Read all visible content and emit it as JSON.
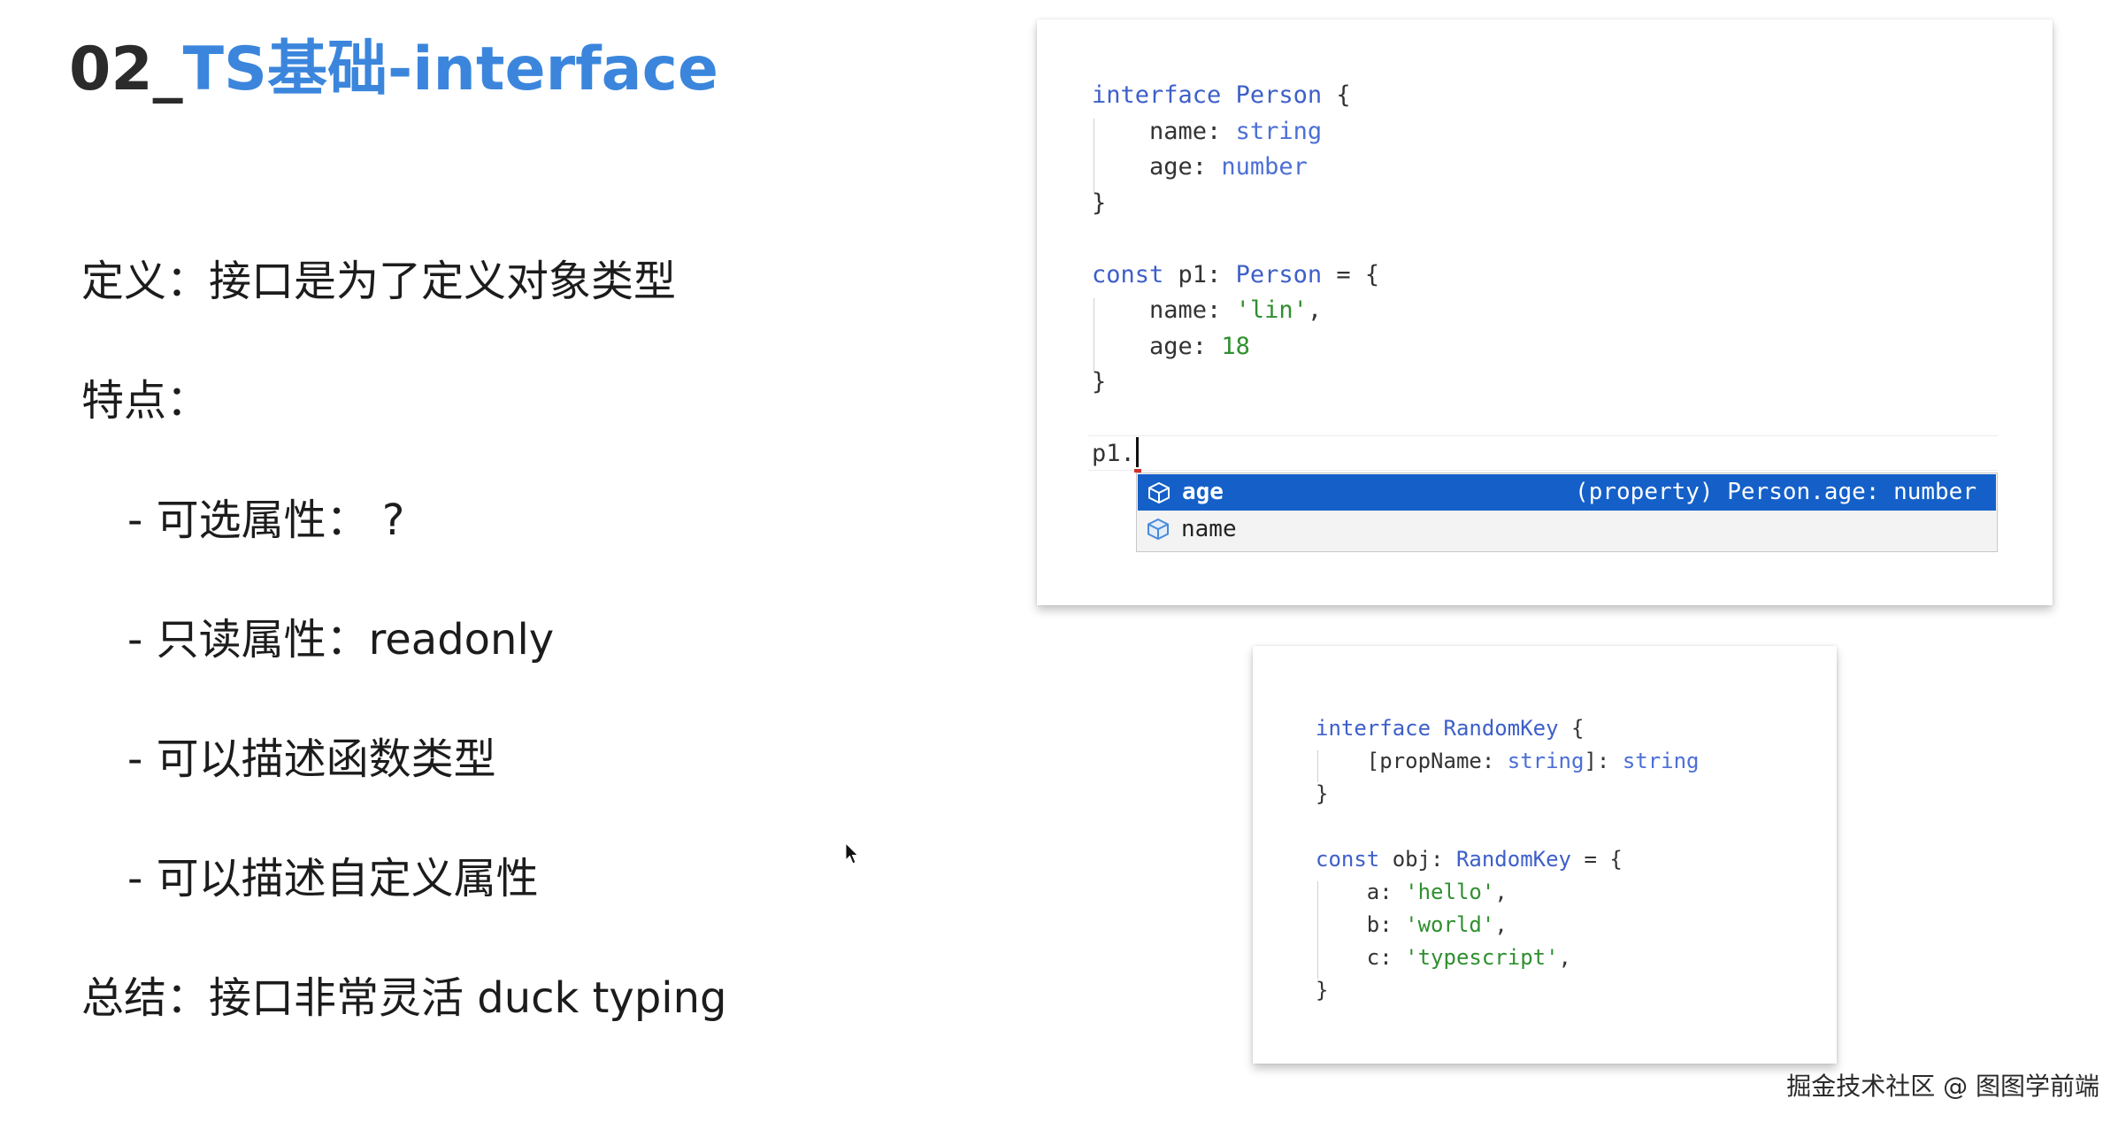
{
  "slide": {
    "title_number": "02",
    "title_sep": "_",
    "title_main": "TS基础-interface",
    "definition": "定义：接口是为了定义对象类型",
    "features_label": "特点：",
    "features": [
      "- 可选属性： ?",
      "- 只读属性：readonly",
      "- 可以描述函数类型",
      "- 可以描述自定义属性"
    ],
    "summary": "总结：接口非常灵活 duck typing"
  },
  "code1": {
    "l1": {
      "a": "interface",
      "b": " ",
      "c": "Person",
      "d": " {"
    },
    "l2": {
      "a": "    name: ",
      "b": "string"
    },
    "l3": {
      "a": "    age: ",
      "b": "number"
    },
    "l4": "}",
    "l6": {
      "a": "const",
      "b": " p1: ",
      "c": "Person",
      "d": " = {"
    },
    "l7": {
      "a": "    name: ",
      "b": "'lin'",
      "c": ","
    },
    "l8": {
      "a": "    age: ",
      "b": "18"
    },
    "l9": "}",
    "l11": "p1."
  },
  "suggest": {
    "items": [
      {
        "label": "age",
        "detail": "(property) Person.age: number"
      },
      {
        "label": "name"
      }
    ]
  },
  "code2": {
    "l1": {
      "a": "interface",
      "b": " ",
      "c": "RandomKey",
      "d": " {"
    },
    "l2": {
      "a": "    [propName: ",
      "b": "string",
      "c": "]: ",
      "d": "string"
    },
    "l3": "}",
    "l5": {
      "a": "const",
      "b": " obj: ",
      "c": "RandomKey",
      "d": " = {"
    },
    "l6": {
      "a": "    a: ",
      "b": "'hello'",
      "c": ","
    },
    "l7": {
      "a": "    b: ",
      "b": "'world'",
      "c": ","
    },
    "l8": {
      "a": "    c: ",
      "b": "'typescript'",
      "c": ","
    },
    "l9": "}"
  },
  "watermark": "掘金技术社区 @ 图图学前端",
  "colors": {
    "title_accent": "#3b86dc",
    "keyword": "#3d5fc9",
    "string": "#2f8f2f",
    "selection": "#1560c8"
  }
}
